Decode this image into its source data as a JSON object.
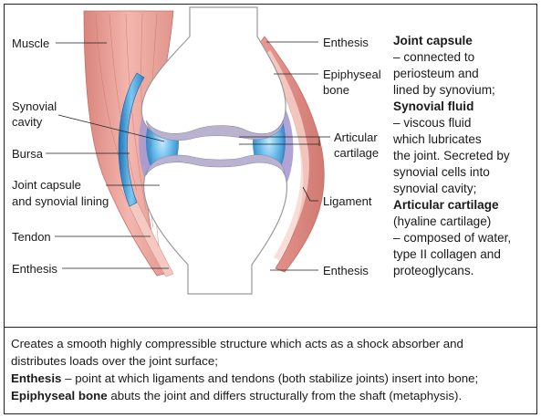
{
  "left_labels": {
    "muscle": "Muscle",
    "synovial_cavity_1": "Synovial",
    "synovial_cavity_2": "cavity",
    "bursa": "Bursa",
    "joint_capsule_1": "Joint capsule",
    "joint_capsule_2": "and synovial lining",
    "tendon": "Tendon",
    "enthesis": "Enthesis"
  },
  "right_labels": {
    "enthesis_top": "Enthesis",
    "epiphyseal_1": "Epiphyseal",
    "epiphyseal_2": "bone",
    "articular_1": "Articular",
    "articular_2": "cartilage",
    "ligament": "Ligament",
    "enthesis_bottom": "Enthesis"
  },
  "descriptions": {
    "joint_capsule": {
      "heading": "Joint capsule",
      "lines": [
        "– connected to",
        "periosteum and",
        "lined by synovium;"
      ]
    },
    "synovial_fluid": {
      "heading": "Synovial fluid",
      "lines": [
        "– viscous fluid",
        "which lubricates",
        "the joint. Secreted by",
        "synovial cells into",
        "synovial cavity;"
      ]
    },
    "articular_cartilage": {
      "heading": "Articular cartilage",
      "lines": [
        "(hyaline cartilage)",
        "– composed of water,",
        "type II collagen and",
        "proteoglycans."
      ]
    }
  },
  "bottom": {
    "line1": "Creates a smooth highly compressible structure which acts as a shock absorber and",
    "line2": "distributes loads over the joint surface;",
    "enthesis_term": "Enthesis",
    "enthesis_def": " –  point at which ligaments and tendons (both stabilize joints) insert into bone;",
    "epiphyseal_term": "Epiphyseal bone",
    "epiphyseal_def": " abuts the joint and differs structurally from the shaft (metaphysis)."
  },
  "colors": {
    "muscle": "#e89a92",
    "bone": "#ffffff",
    "cartilage": "#c9c4d6",
    "synovial_fluid": "#4aa8e0",
    "capsule": "#9b8fc8"
  }
}
